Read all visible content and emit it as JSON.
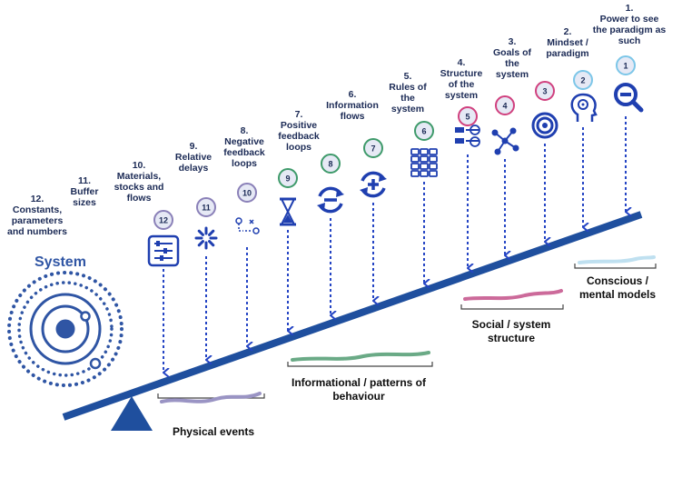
{
  "system_label": "System",
  "levers": [
    {
      "num": "1.",
      "label": "Power to see the paradigm as such",
      "badge": "1",
      "icon": "magnifier-icon",
      "color": "#7cc6e8"
    },
    {
      "num": "2.",
      "label": "Mindset / paradigm",
      "badge": "2",
      "icon": "head-mind-icon",
      "color": "#7cc6e8"
    },
    {
      "num": "3.",
      "label": "Goals of the system",
      "badge": "3",
      "icon": "target-icon",
      "color": "#d0407e"
    },
    {
      "num": "4.",
      "label": "Structure of the system",
      "badge": "4",
      "icon": "network-icon",
      "color": "#d0407e"
    },
    {
      "num": "5.",
      "label": "Rules of the system",
      "badge": "5",
      "icon": "rules-icon",
      "color": "#d0407e"
    },
    {
      "num": "6.",
      "label": "Information flows",
      "badge": "6",
      "icon": "grid-icon",
      "color": "#3e9a6a"
    },
    {
      "num": "7.",
      "label": "Positive feedback loops",
      "badge": "7",
      "icon": "plus-loop-icon",
      "color": "#3e9a6a"
    },
    {
      "num": "8.",
      "label": "Negative feedback loops",
      "badge": "8",
      "icon": "minus-loop-icon",
      "color": "#3e9a6a"
    },
    {
      "num": "9.",
      "label": "Relative delays",
      "badge": "9",
      "icon": "hourglass-icon",
      "color": "#3e9a6a"
    },
    {
      "num": "10.",
      "label": "Materials, stocks and flows",
      "badge": "10",
      "icon": "flows-icon",
      "color": "#8a80b8"
    },
    {
      "num": "11.",
      "label": "Buffer sizes",
      "badge": "11",
      "icon": "buffer-icon",
      "color": "#8a80b8"
    },
    {
      "num": "12.",
      "label": "Constants, parameters and numbers",
      "badge": "12",
      "icon": "sliders-icon",
      "color": "#8a80b8"
    }
  ],
  "categories": {
    "physical": "Physical events",
    "informational": "Informational / patterns of behaviour",
    "social": "Social / system structure",
    "conscious": "Conscious / mental models"
  },
  "colors": {
    "navy": "#1b2a55",
    "beam": "#1f4f9e",
    "icon": "#1f3fb0",
    "arrow": "#2444c4",
    "system": "#2f55a4"
  }
}
